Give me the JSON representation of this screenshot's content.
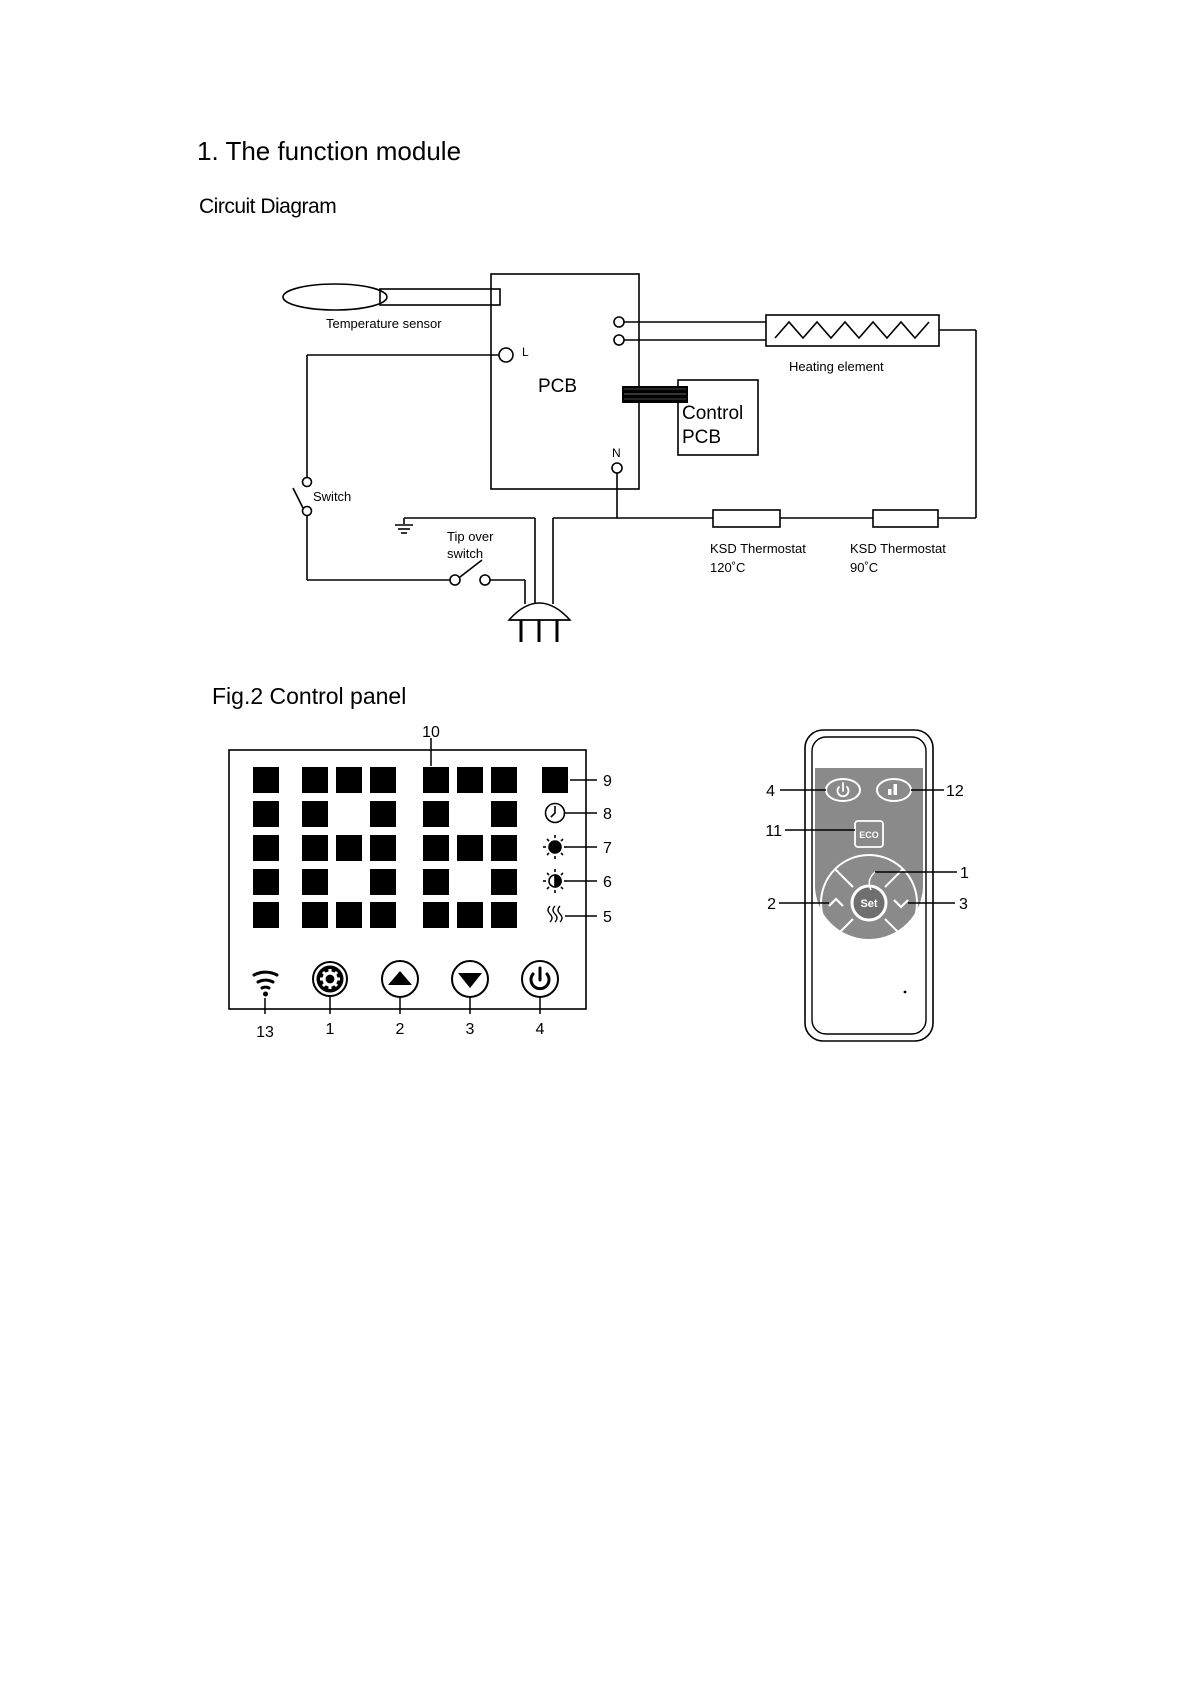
{
  "page_title": "1. The function module",
  "circuit": {
    "title": "Circuit Diagram",
    "temperature_sensor": "Temperature sensor",
    "pcb": "PCB",
    "terminal_l": "L",
    "terminal_n": "N",
    "heating_element": "Heating element",
    "control_pcb_line1": "Control",
    "control_pcb_line2": "PCB",
    "switch": "Switch",
    "tip_over_line1": "Tip over",
    "tip_over_line2": "switch",
    "thermostat1_line1": "KSD Thermostat",
    "thermostat1_line2": "120˚C",
    "thermostat2_line1": "KSD Thermostat",
    "thermostat2_line2": "90˚C"
  },
  "fig2": {
    "title": "Fig.2   Control  panel",
    "panel_callouts": {
      "c10": "10",
      "c9": "9",
      "c8": "8",
      "c7": "7",
      "c6": "6",
      "c5": "5",
      "c13": "13",
      "c1": "1",
      "c2": "2",
      "c3": "3",
      "c4": "4"
    },
    "panel_icons": [
      "clock-icon",
      "sun-icon",
      "half-sun-icon",
      "heat-waves-icon",
      "wifi-icon",
      "gear-icon",
      "up-arrow-icon",
      "down-arrow-icon",
      "power-icon"
    ],
    "remote": {
      "eco_label": "ECO",
      "set_label": "Set",
      "callouts": {
        "c4": "4",
        "c12": "12",
        "c11": "11",
        "c1": "1",
        "c2": "2",
        "c3": "3"
      }
    }
  }
}
